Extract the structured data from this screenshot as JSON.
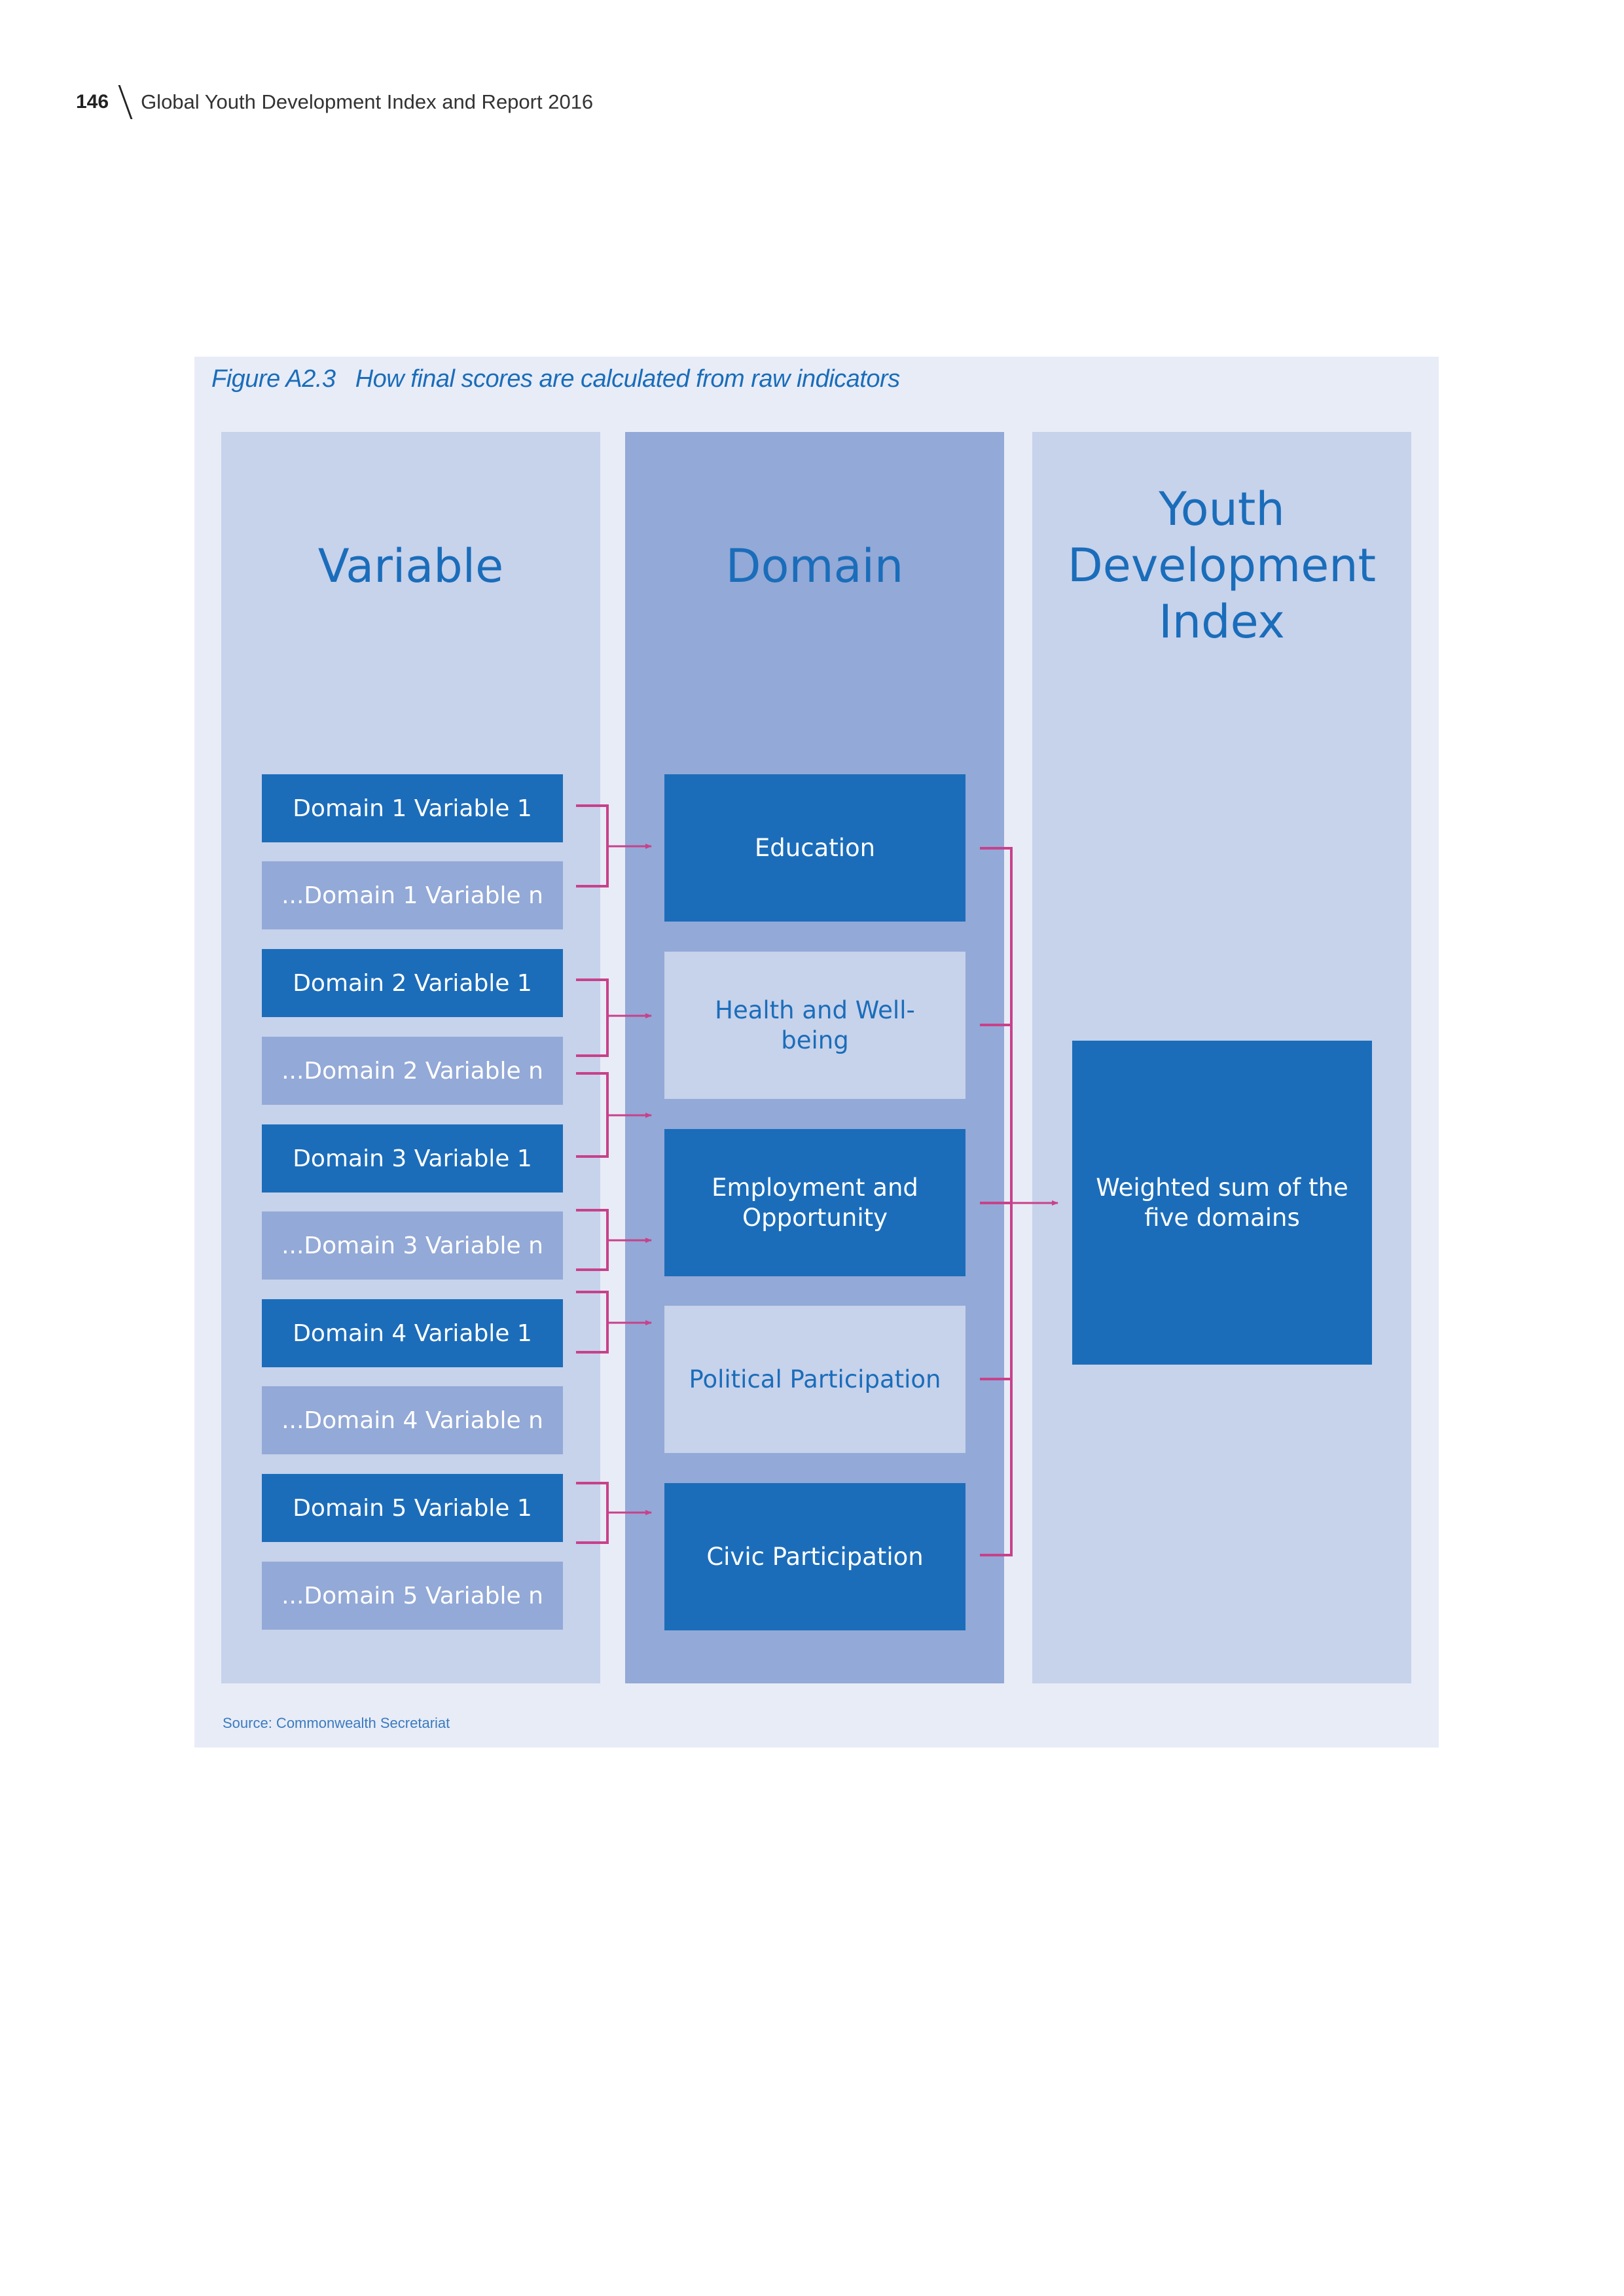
{
  "page_header": {
    "page_number": "146",
    "title": "Global Youth Development Index and Report 2016"
  },
  "figure": {
    "title": "Figure A2.3   How final scores are calculated from raw indicators",
    "source": "Source: Commonwealth Secretariat",
    "connector_color": "#c8418a",
    "colors": {
      "panel_bg": "#e8ecf7",
      "column_light": "#c7d2eb",
      "column_mid": "#93a9d7",
      "box_dark": "#1b6dba",
      "heading_text": "#1a6dba"
    },
    "columns": [
      {
        "heading": "Variable"
      },
      {
        "heading": "Domain"
      },
      {
        "heading_lines": [
          "Youth",
          "Development",
          "Index"
        ]
      }
    ],
    "variables": [
      {
        "label": "Domain 1 Variable 1",
        "domain": 1,
        "style": "dark"
      },
      {
        "label": "...Domain 1 Variable n",
        "domain": 1,
        "style": "mid"
      },
      {
        "label": "Domain 2 Variable 1",
        "domain": 2,
        "style": "dark"
      },
      {
        "label": "...Domain 2 Variable n",
        "domain": 2,
        "style": "mid"
      },
      {
        "label": "Domain 3 Variable 1",
        "domain": 3,
        "style": "dark"
      },
      {
        "label": "...Domain 3 Variable n",
        "domain": 3,
        "style": "mid"
      },
      {
        "label": "Domain 4 Variable 1",
        "domain": 4,
        "style": "dark"
      },
      {
        "label": "...Domain 4 Variable n",
        "domain": 4,
        "style": "mid"
      },
      {
        "label": "Domain 5 Variable 1",
        "domain": 5,
        "style": "dark"
      },
      {
        "label": "...Domain 5 Variable n",
        "domain": 5,
        "style": "mid"
      }
    ],
    "domains": [
      {
        "label": "Education",
        "style": "dark"
      },
      {
        "label": "Health and Well-being",
        "style": "light"
      },
      {
        "label": "Employment and Opportunity",
        "style": "dark"
      },
      {
        "label": "Political Participation",
        "style": "light"
      },
      {
        "label": "Civic Participation",
        "style": "dark"
      }
    ],
    "index_box": {
      "label": "Weighted sum of the five domains"
    }
  }
}
